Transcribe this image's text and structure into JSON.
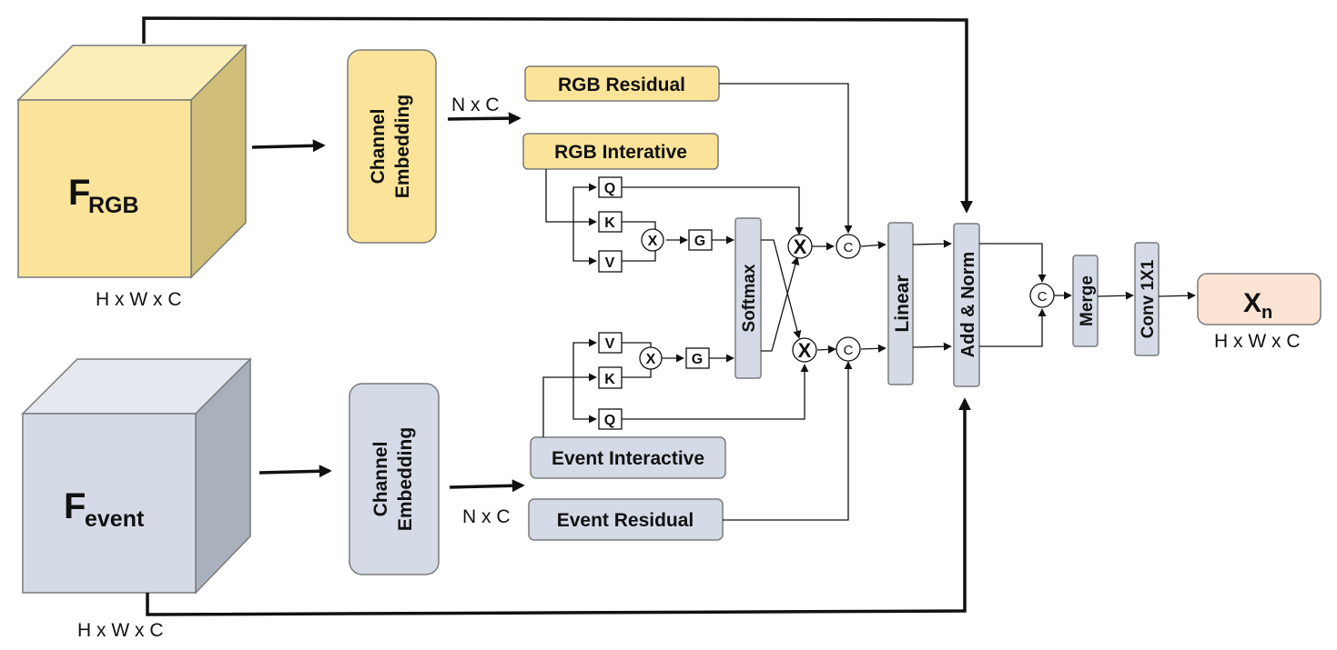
{
  "cubes": {
    "rgb": {
      "label_main": "F",
      "label_sub": "RGB",
      "dims": "H x W x C"
    },
    "event": {
      "label_main": "F",
      "label_sub": "event",
      "dims": "H x W x C"
    }
  },
  "embedding": {
    "rgb": {
      "line1": "Channel",
      "line2": "Embedding",
      "shape": "N x C"
    },
    "event": {
      "line1": "Channel",
      "line2": "Embedding",
      "shape": "N x C"
    }
  },
  "branches": {
    "rgb_residual": "RGB Residual",
    "rgb_interactive": "RGB Interative",
    "event_interactive": "Event Interactive",
    "event_residual": "Event Residual"
  },
  "qkv": {
    "q": "Q",
    "k": "K",
    "v": "V",
    "g": "G",
    "mult": "X",
    "concat": "C"
  },
  "blocks": {
    "softmax": "Softmax",
    "linear": "Linear",
    "add_norm": "Add & Norm",
    "merge": "Merge",
    "conv": "Conv 1X1"
  },
  "output": {
    "label_main": "X",
    "label_sub": "n",
    "dims": "H x W  x C"
  },
  "colors": {
    "rgb": "#fbe49a",
    "event": "#d5dbe6",
    "output": "#fbe4d4"
  }
}
